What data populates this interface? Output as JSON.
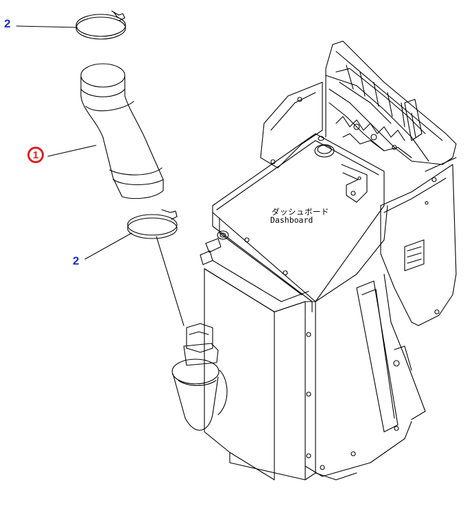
{
  "callouts": {
    "top_clamp": "2",
    "hose": "1",
    "bottom_clamp": "2"
  },
  "labels": {
    "dashboard_jp": "ダッシュボード",
    "dashboard_en": "Dashboard"
  },
  "colors": {
    "callout_blue": "#1f2fbf",
    "callout_red": "#d92020",
    "line": "#000000"
  }
}
